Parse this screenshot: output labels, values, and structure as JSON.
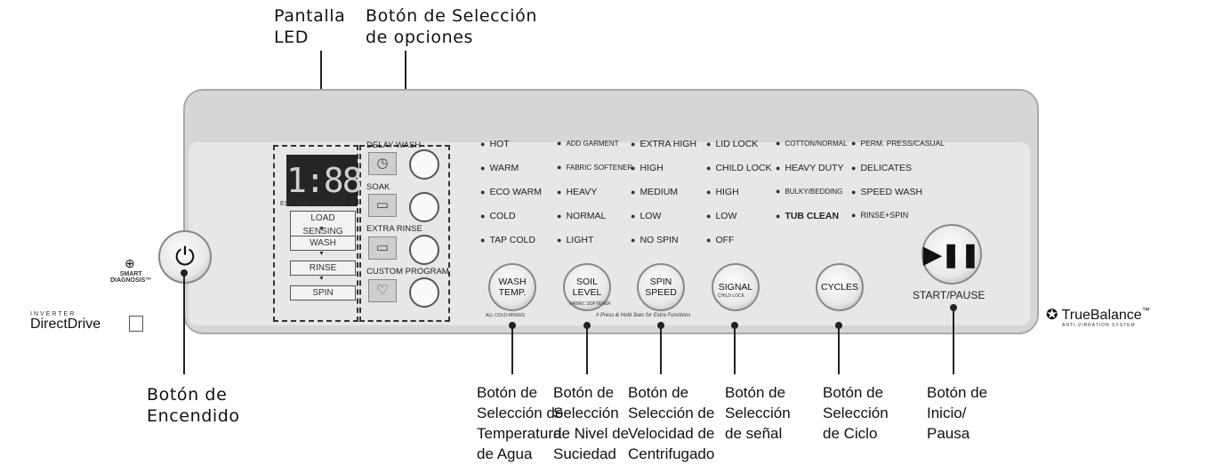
{
  "callouts": {
    "led_display": "Pantalla\nLED",
    "option_button": "Botón de Selección\nde opciones",
    "power_button": "Botón de\nEncendido",
    "wash_temp": "Botón de\nSelección de\nTemperatura\nde Agua",
    "soil_level": "Botón de\nSelección\nde Nivel de\nSuciedad",
    "spin_speed": "Botón de\nSelección de\nVelocidad de\nCentrifugado",
    "signal": "Botón de\nSelección\nde señal",
    "cycles": "Botón de\nSelección\nde Ciclo",
    "start_pause": "Botón de\nInicio/\nPausa"
  },
  "panel": {
    "lcd_digits": "1:88",
    "est_time": "EST. TIME REMAINING",
    "progress": [
      "LOAD SENSING",
      "WASH",
      "RINSE",
      "SPIN"
    ],
    "options": [
      "DELAY WASH",
      "SOAK",
      "EXTRA RINSE",
      "CUSTOM PROGRAM"
    ],
    "temp_options": [
      "HOT",
      "WARM",
      "ECO WARM",
      "COLD",
      "TAP COLD"
    ],
    "soil_options": [
      "ADD GARMENT",
      "FABRIC SOFTENER",
      "HEAVY",
      "NORMAL",
      "LIGHT"
    ],
    "spin_options": [
      "EXTRA HIGH",
      "HIGH",
      "MEDIUM",
      "LOW",
      "NO SPIN"
    ],
    "signal_options": [
      "LID LOCK",
      "CHILD LOCK",
      "HIGH",
      "LOW",
      "OFF"
    ],
    "cycle_col1": [
      "COTTON/NORMAL",
      "HEAVY DUTY",
      "BULKY/BEDDING",
      "TUB CLEAN"
    ],
    "cycle_col2": [
      "PERM. PRESS/CASUAL",
      "DELICATES",
      "SPEED WASH",
      "RINSE+SPIN"
    ],
    "btn_wash_temp": "WASH\nTEMP.",
    "btn_wash_temp_sub": "ALL COLD RINSES",
    "btn_soil": "SOIL\nLEVEL",
    "btn_soil_sub": "FABRIC SOFTENER",
    "btn_spin": "SPIN\nSPEED",
    "btn_signal": "SIGNAL",
    "btn_signal_sub": "CHILD LOCK",
    "btn_cycles": "CYCLES",
    "hold_note": "# Press & Hold 3sec for Extra Functions",
    "start_pause_label": "START/PAUSE",
    "smart_diag": "SMART\nDIAGNOSIS™",
    "inverter": "INVERTER",
    "direct_drive": "DirectDrive",
    "true_balance": "TrueBalance",
    "tm": "™",
    "anti_vib": "ANTI-VIBRATION SYSTEM"
  }
}
